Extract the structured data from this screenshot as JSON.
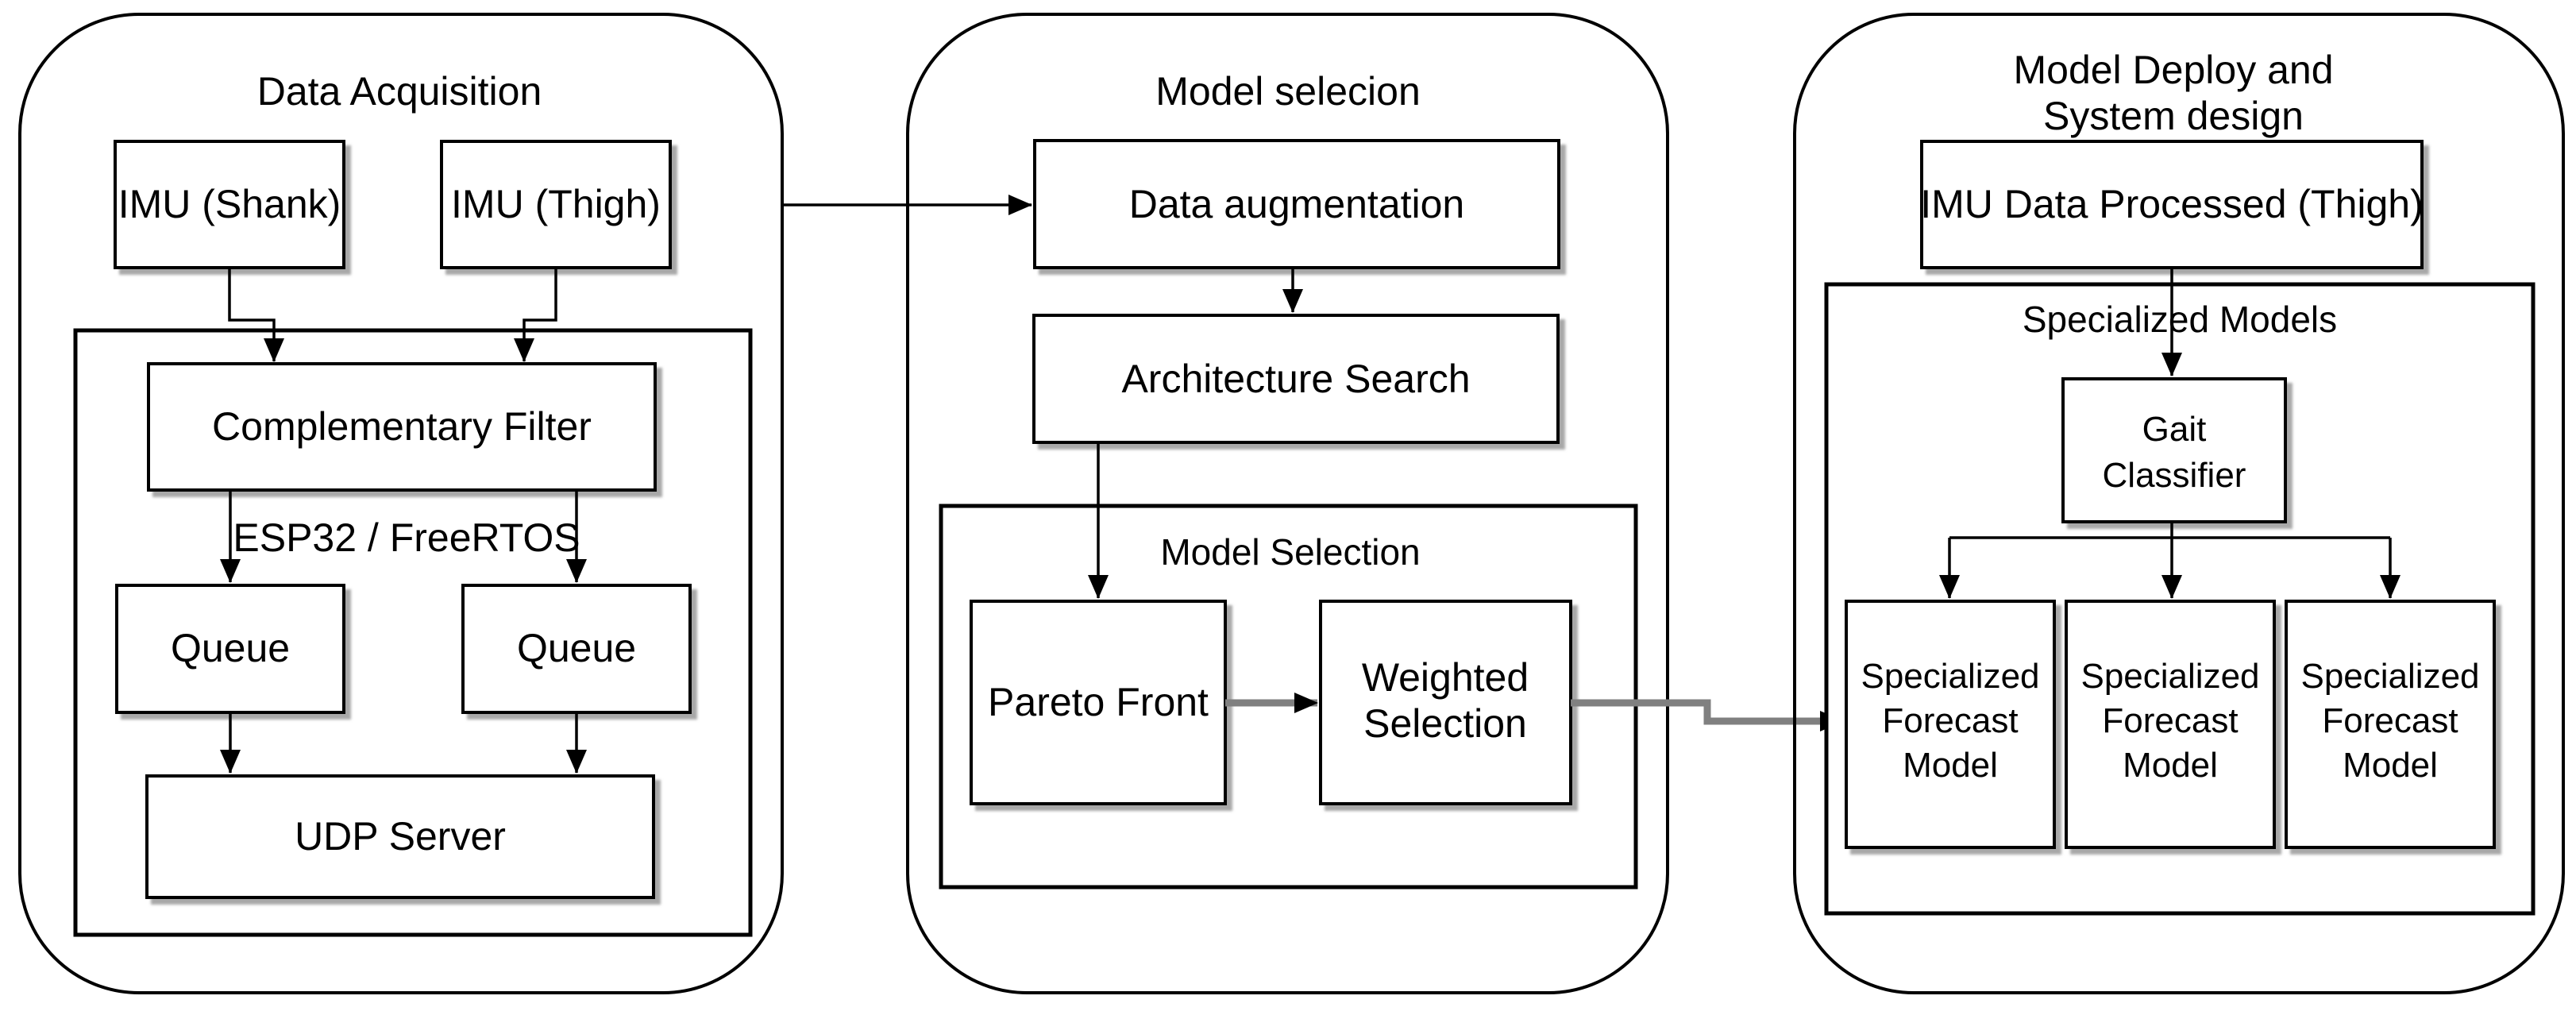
{
  "colors": {
    "line": "#000000",
    "connector_gray": "#808080",
    "background": "#ffffff",
    "node_shadow": "#999999"
  },
  "panels": {
    "data_acquisition": {
      "title": "Data Acquisition",
      "nodes": {
        "imu_shank": "IMU (Shank)",
        "imu_thigh": "IMU (Thigh)",
        "complementary_filter": "Complementary Filter",
        "queue_left": "Queue",
        "queue_right": "Queue",
        "udp_server": "UDP Server"
      },
      "platform_label": "ESP32 / FreeRTOS"
    },
    "model_selection": {
      "title": "Model selecion",
      "nodes": {
        "data_augmentation": "Data augmentation",
        "architecture_search": "Architecture Search",
        "pareto_front": "Pareto Front",
        "weighted_selection_lines": [
          "Weighted",
          "Selection"
        ]
      },
      "group_label": "Model Selection"
    },
    "model_deploy": {
      "title_lines": [
        "Model Deploy and",
        "System design"
      ],
      "nodes": {
        "imu_data_processed": "IMU Data Processed (Thigh)",
        "gait_classifier_lines": [
          "Gait",
          "Classifier"
        ],
        "forecast_lines": [
          "Specialized",
          "Forecast",
          "Model"
        ]
      },
      "group_label": "Specialized Models"
    }
  }
}
